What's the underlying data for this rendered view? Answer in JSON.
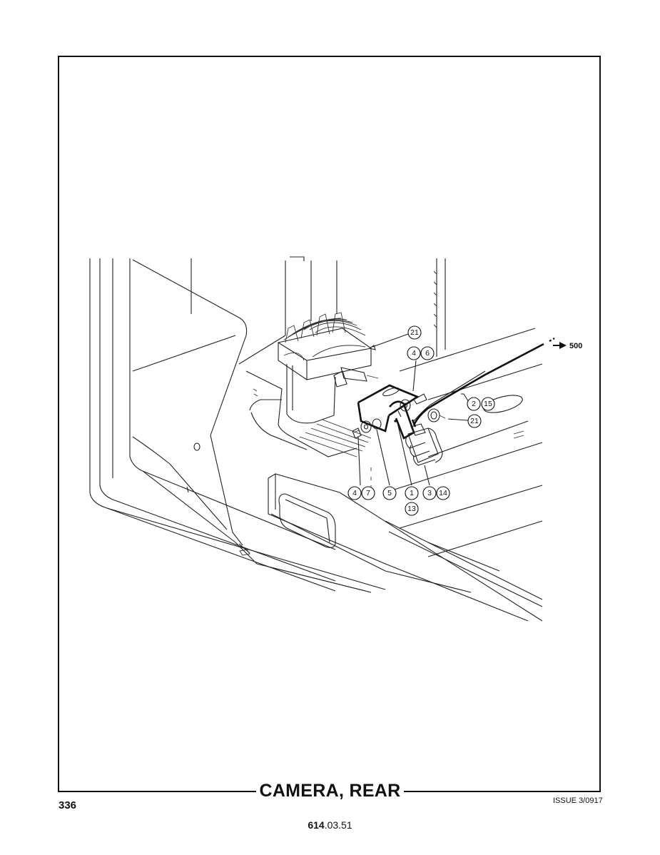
{
  "title": "CAMERA, REAR",
  "page_number": "336",
  "issue": "ISSUE 3/0917",
  "doc_number_bold": "614",
  "doc_number_rest": ".03.51",
  "reference_arrow_label": "500",
  "callouts": {
    "c21_top": "21",
    "c4_top": "4",
    "c6": "6",
    "c2": "2",
    "c15": "15",
    "c21_right": "21",
    "c4_bottom": "4",
    "c7": "7",
    "c5": "5",
    "c1": "1",
    "c13": "13",
    "c3": "3",
    "c14": "14"
  }
}
